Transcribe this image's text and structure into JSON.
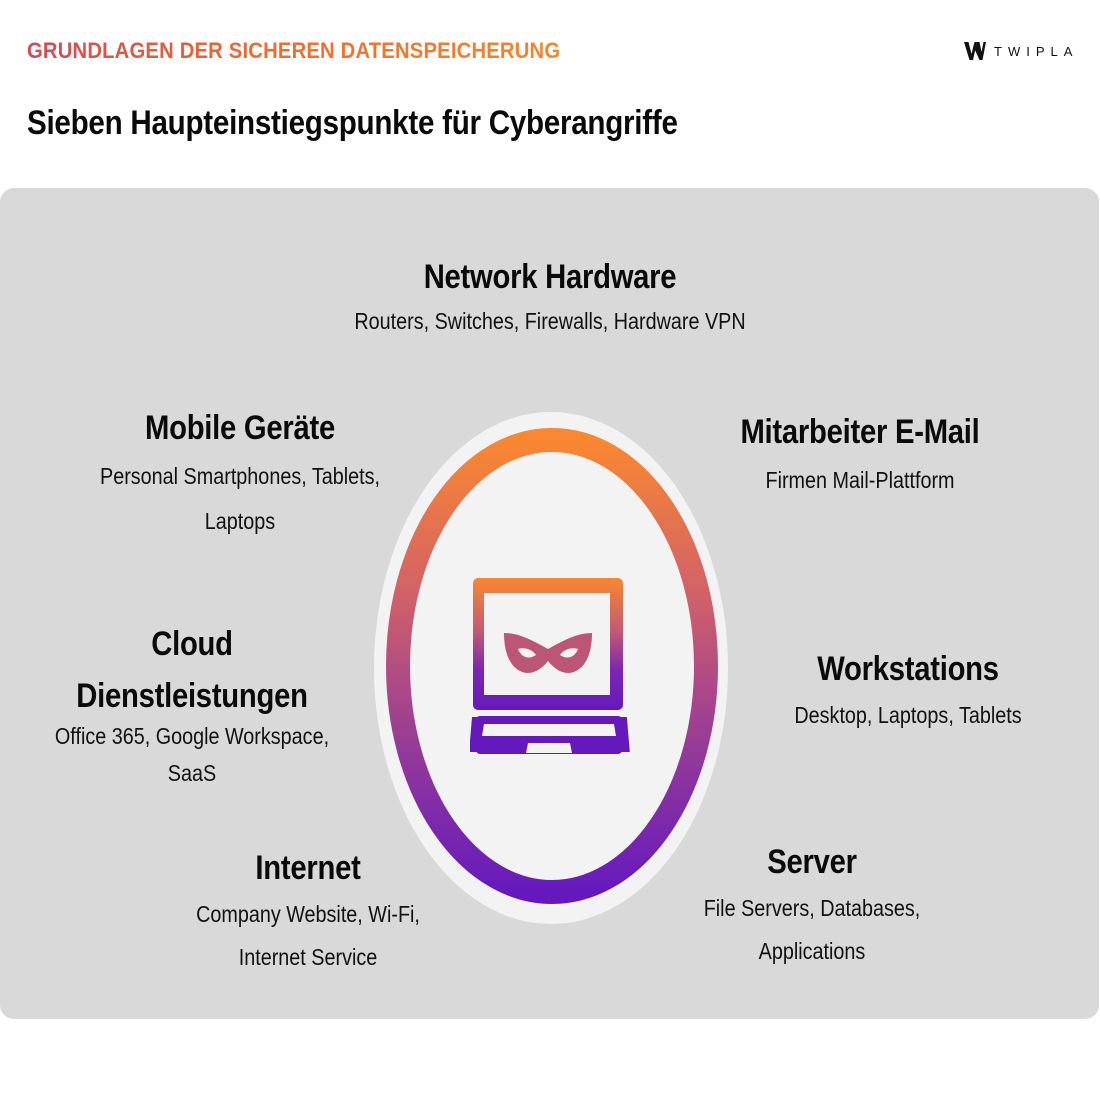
{
  "header": {
    "eyebrow": "GRUNDLAGEN DER SICHEREN DATENSPEICHERUNG",
    "brand_name": "TWIPLA",
    "title": "Sieben Haupteinstiegspunkte für Cyberangriffe"
  },
  "colors": {
    "eyebrow_start": "#d24a52",
    "eyebrow_end": "#f7852a",
    "gradient_top": "#f7862f",
    "gradient_mid": "#b04d8c",
    "gradient_bottom": "#6a1cbb",
    "panel_bg": "#d9d9d9",
    "ellipse_bg": "#f3f3f3"
  },
  "center": {
    "icon": "laptop-with-mask-icon"
  },
  "entry_points": {
    "network": {
      "title": "Network Hardware",
      "lines": [
        "Routers, Switches, Firewalls, Hardware VPN"
      ]
    },
    "mobile": {
      "title": "Mobile Geräte",
      "lines": [
        "Personal Smartphones, Tablets,",
        "Laptops"
      ]
    },
    "email": {
      "title": "Mitarbeiter E-Mail",
      "lines": [
        "Firmen Mail-Plattform"
      ]
    },
    "cloud": {
      "title_lines": [
        "Cloud",
        "Dienstleistungen"
      ],
      "lines": [
        "Office 365, Google Workspace,",
        "SaaS"
      ]
    },
    "workstations": {
      "title": "Workstations",
      "lines": [
        "Desktop, Laptops, Tablets"
      ]
    },
    "internet": {
      "title": "Internet",
      "lines": [
        "Company Website, Wi-Fi,",
        "Internet Service"
      ]
    },
    "server": {
      "title": "Server",
      "lines": [
        "File Servers, Databases,",
        "Applications"
      ]
    }
  }
}
